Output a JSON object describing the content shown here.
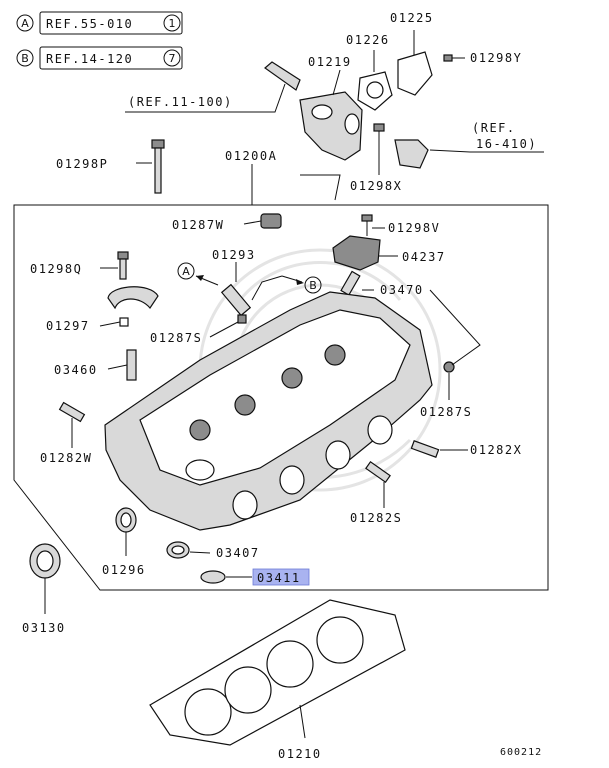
{
  "refs": {
    "a": {
      "letter": "A",
      "text": "REF.55-010",
      "num": "1"
    },
    "b": {
      "letter": "B",
      "text": "REF.14-120",
      "num": "7"
    },
    "ref_11_100": "(REF.11-100)",
    "ref_16_410_line1": "(REF.",
    "ref_16_410_line2": "16-410)"
  },
  "arrow_markers": {
    "a": "A",
    "b": "B"
  },
  "labels": {
    "p01225": "01225",
    "p01226": "01226",
    "p01298Y": "01298Y",
    "p01219": "01219",
    "p01298P": "01298P",
    "p01200A": "01200A",
    "p01298X": "01298X",
    "p01287W": "01287W",
    "p01298V": "01298V",
    "p01293": "01293",
    "p04237": "04237",
    "p01298Q": "01298Q",
    "p03470": "03470",
    "p01297": "01297",
    "p01287S_left": "01287S",
    "p03460": "03460",
    "p01287S_right": "01287S",
    "p01282X": "01282X",
    "p01282W": "01282W",
    "p01282S": "01282S",
    "p03407": "03407",
    "p01296": "01296",
    "p03411": "03411",
    "p03130": "03130",
    "p01210": "01210"
  },
  "highlight_color": "#a9b3f0",
  "diagram_code": "600212"
}
